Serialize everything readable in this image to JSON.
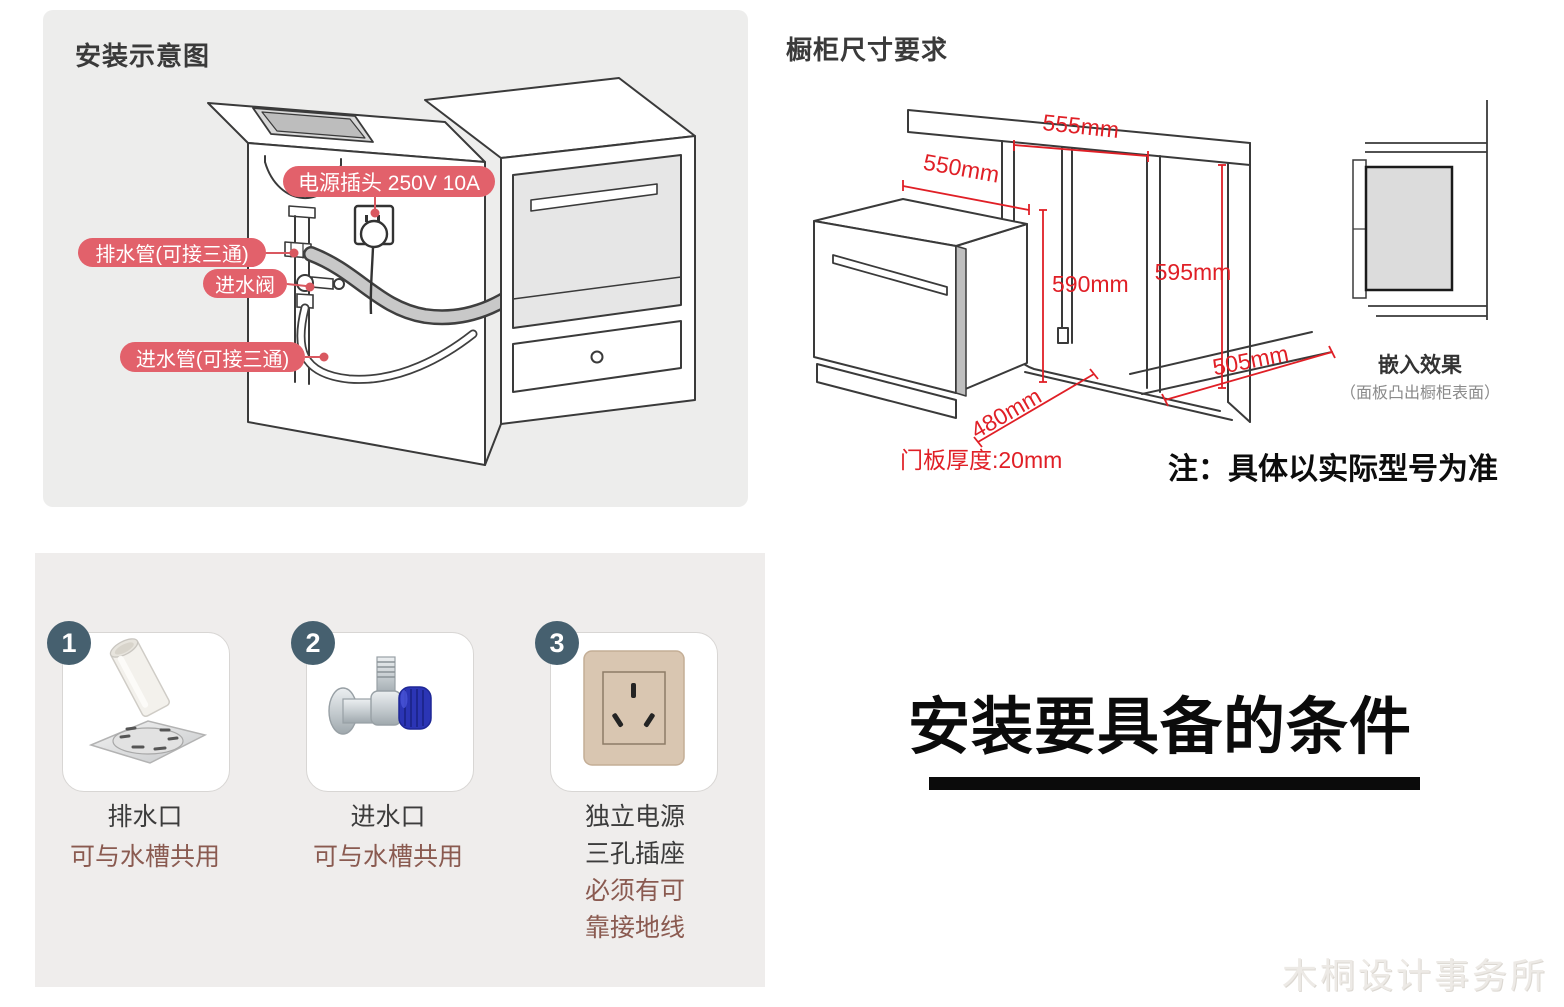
{
  "left_panel": {
    "title": "安装示意图",
    "labels": {
      "power": "电源插头 250V 10A",
      "drain": "排水管(可接三通)",
      "valve": "进水阀",
      "inlet": "进水管(可接三通)"
    }
  },
  "right_panel": {
    "title": "橱柜尺寸要求",
    "dims": {
      "top_width": "555mm",
      "dw_width": "550mm",
      "inner_height": "590mm",
      "right_height": "595mm",
      "base_depth": "505mm",
      "side_depth": "480mm",
      "door_thickness": "门板厚度:20mm"
    },
    "embed": {
      "title": "嵌入效果",
      "subtitle": "（面板凸出橱柜表面）"
    },
    "note": "注：具体以实际型号为准"
  },
  "requirements": {
    "items": [
      {
        "badge": "1",
        "name": "排水口",
        "note": "可与水槽共用"
      },
      {
        "badge": "2",
        "name": "进水口",
        "note": "可与水槽共用"
      },
      {
        "badge": "3",
        "name": "独立电源",
        "name2": "三孔插座",
        "note": "必须有可",
        "note2": "靠接地线"
      }
    ]
  },
  "banner": {
    "title": "安装要具备的条件"
  },
  "watermark": "木桐设计事务所",
  "colors": {
    "label_red": "#e2616b",
    "dimension_red": "#e01f26",
    "badge_slate": "#46606f",
    "note_brown": "#8a5a50",
    "panel_gray": "#ededec",
    "valve_knob_blue": "#2b35b5",
    "socket_champagne": "#d9c6b1"
  }
}
